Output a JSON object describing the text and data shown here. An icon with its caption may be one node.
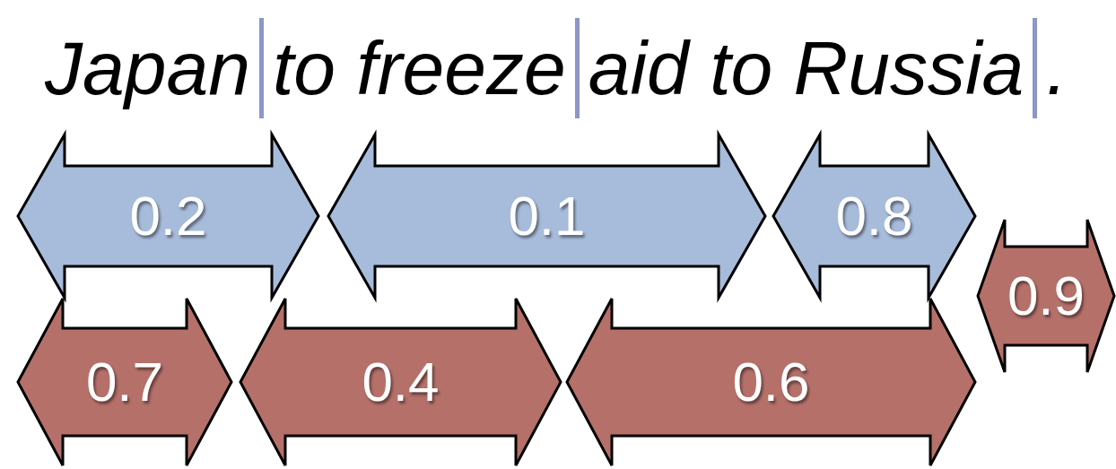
{
  "diagram": {
    "nodes": [
      {
        "text": [
          "0.2"
        ]
      },
      {
        "text": [
          "0.1"
        ]
      },
      {
        "text": [
          "0.8"
        ]
      },
      {
        "text": [
          "0.9"
        ]
      },
      {
        "text": [
          "0.7"
        ]
      },
      {
        "text": [
          "0.4"
        ]
      },
      {
        "text": [
          "0.6"
        ]
      }
    ],
    "labels": [
      "Japan",
      "to freeze",
      "aid to Russia",
      "."
    ]
  }
}
